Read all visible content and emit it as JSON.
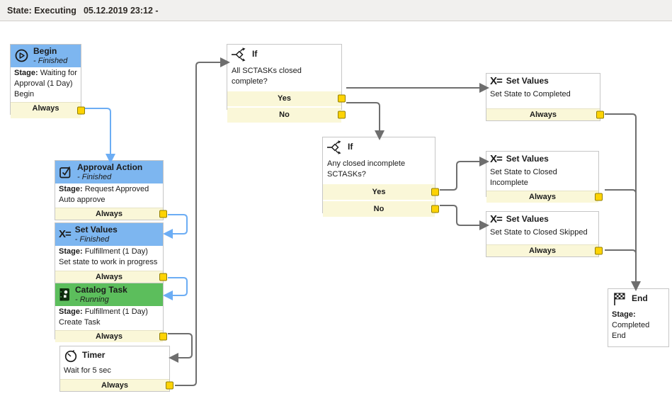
{
  "statebar": {
    "state": "State: Executing",
    "timestamp": "05.12.2019 23:12 -"
  },
  "icons": {
    "set_values": "X="
  },
  "colors": {
    "finished_blue": "#7db6f0",
    "running_green": "#5cbe5c",
    "condition_yellow": "#faf7d8",
    "port_yellow": "#fdd304",
    "port_border": "#937f00",
    "connector_gray": "#6e6e6e",
    "connector_blue": "#6cadf4"
  },
  "nodes": {
    "begin": {
      "title": "Begin",
      "status": "- Finished",
      "stage_label": "Stage:",
      "stage": "Waiting for Approval (1 Day)",
      "line2": "Begin",
      "footer": "Always"
    },
    "if1": {
      "title": "If",
      "question": "All SCTASKs closed complete?",
      "yes": "Yes",
      "no": "No"
    },
    "set_completed": {
      "title": "Set Values",
      "line": "Set State to Completed",
      "footer": "Always"
    },
    "approval": {
      "title": "Approval Action",
      "status": "- Finished",
      "stage_label": "Stage:",
      "stage": "Request Approved",
      "line2": "Auto approve",
      "footer": "Always"
    },
    "set_finished": {
      "title": "Set Values",
      "status": "- Finished",
      "stage_label": "Stage:",
      "stage": "Fulfillment (1 Day)",
      "line2": "Set state to work in progress",
      "footer": "Always"
    },
    "catalog": {
      "title": "Catalog Task",
      "status": "- Running",
      "stage_label": "Stage:",
      "stage": "Fulfillment (1 Day)",
      "line2": "Create Task",
      "footer": "Always"
    },
    "timer": {
      "title": "Timer",
      "line": "Wait for 5 sec",
      "footer": "Always"
    },
    "if2": {
      "title": "If",
      "question": "Any closed incomplete SCTASKs?",
      "yes": "Yes",
      "no": "No"
    },
    "set_incomplete": {
      "title": "Set Values",
      "line": "Set State to Closed Incomplete",
      "footer": "Always"
    },
    "set_skipped": {
      "title": "Set Values",
      "line": "Set State to Closed Skipped",
      "footer": "Always"
    },
    "end": {
      "title": "End",
      "stage_label": "Stage:",
      "stage": "Completed",
      "line2": "End"
    }
  }
}
